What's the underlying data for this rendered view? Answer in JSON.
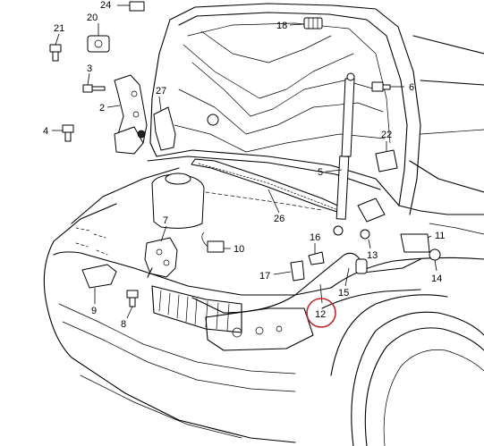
{
  "diagram": {
    "callouts": [
      {
        "id": "c24",
        "text": "24"
      },
      {
        "id": "c20",
        "text": "20"
      },
      {
        "id": "c21",
        "text": "21"
      },
      {
        "id": "c18",
        "text": "18"
      },
      {
        "id": "c3",
        "text": "3"
      },
      {
        "id": "c6",
        "text": "6"
      },
      {
        "id": "c27",
        "text": "27"
      },
      {
        "id": "c2",
        "text": "2"
      },
      {
        "id": "c4",
        "text": "4"
      },
      {
        "id": "c22",
        "text": "22"
      },
      {
        "id": "c5",
        "text": "5"
      },
      {
        "id": "c26",
        "text": "26"
      },
      {
        "id": "c7",
        "text": "7"
      },
      {
        "id": "c16",
        "text": "16"
      },
      {
        "id": "c11",
        "text": "11"
      },
      {
        "id": "c10",
        "text": "10"
      },
      {
        "id": "c13",
        "text": "13"
      },
      {
        "id": "c17",
        "text": "17"
      },
      {
        "id": "c14",
        "text": "14"
      },
      {
        "id": "c15",
        "text": "15"
      },
      {
        "id": "c9",
        "text": "9"
      },
      {
        "id": "c12",
        "text": "12"
      },
      {
        "id": "c8",
        "text": "8"
      }
    ],
    "highlight_color": "#c0282b",
    "line_color": "#000000"
  }
}
